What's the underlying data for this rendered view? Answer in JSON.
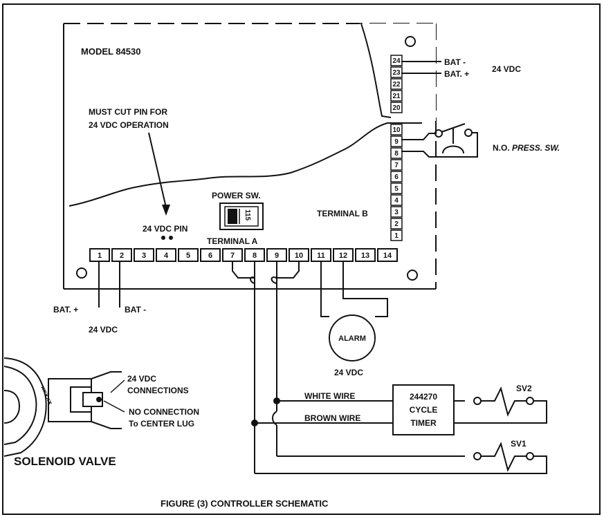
{
  "model": "MODEL 84530",
  "cut_pin_note": [
    "MUST CUT PIN FOR",
    "24 VDC OPERATION"
  ],
  "pin_label": "24 VDC PIN",
  "power_switch": {
    "label": "POWER SW.",
    "marking": "115"
  },
  "terminal_a": {
    "label": "TERMINAL A",
    "numbers": [
      "1",
      "2",
      "3",
      "4",
      "5",
      "6",
      "7",
      "8",
      "9",
      "10",
      "11",
      "12",
      "13",
      "14"
    ]
  },
  "terminal_b": {
    "label": "TERMINAL B",
    "numbers": [
      "24",
      "23",
      "22",
      "21",
      "20",
      "10",
      "9",
      "8",
      "7",
      "6",
      "5",
      "4",
      "3",
      "2",
      "1"
    ]
  },
  "battery_top": {
    "minus": "BAT -",
    "plus": "BAT. +",
    "voltage": "24 VDC"
  },
  "battery_bottom": {
    "plus": "BAT. +",
    "minus": "BAT -",
    "voltage": "24 VDC"
  },
  "pressure_switch": {
    "prefix": "N.O. ",
    "name": "PRESS. SW."
  },
  "alarm": {
    "label": "ALARM",
    "voltage": "24 VDC"
  },
  "solenoid": {
    "title": "SOLENOID VALVE",
    "notes": [
      "24 VDC",
      "CONNECTIONS",
      "NO CONNECTION",
      "To CENTER LUG"
    ]
  },
  "wires": {
    "white": "WHITE WIRE",
    "brown": "BROWN WIRE"
  },
  "timer": [
    "244270",
    "CYCLE",
    "TIMER"
  ],
  "valves": {
    "sv2": "SV2",
    "sv1": "SV1"
  },
  "caption": "FIGURE (3) CONTROLLER SCHEMATIC"
}
